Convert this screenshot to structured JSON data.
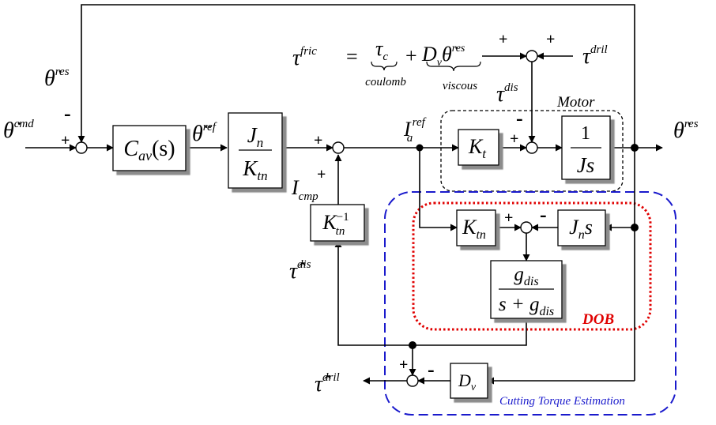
{
  "signals": {
    "theta_cmd": {
      "base": "θ̇",
      "sup": "cmd"
    },
    "theta_res_fb": {
      "base": "θ̇",
      "sup": "res"
    },
    "theta_ddot_ref": {
      "base": "θ̈",
      "sup": "ref"
    },
    "theta_res_out": {
      "base": "θ̇",
      "sup": "res"
    },
    "I_ref": {
      "base": "I",
      "sub": "a",
      "sup": "ref"
    },
    "I_cmp": {
      "base": "I",
      "sub": "cmp"
    },
    "tau_dis": {
      "base": "τ",
      "sup": "dis"
    },
    "tau_dis_hat": {
      "base": "τ̂",
      "sup": "dis"
    },
    "tau_dril_hat": {
      "base": "τ̂",
      "sup": "dril"
    },
    "tau_dril": {
      "base": "τ",
      "sup": "dril"
    }
  },
  "equation": {
    "lhs_base": "τ",
    "lhs_sup": "fric",
    "equals": "=",
    "coulomb_term": "τ",
    "coulomb_sub": "c",
    "coulomb_label": "coulomb",
    "plus": "+",
    "viscous_D": "D",
    "viscous_D_sub": "v",
    "viscous_theta": "θ̇",
    "viscous_theta_sup": "res",
    "viscous_label": "viscous"
  },
  "blocks": {
    "controller": {
      "base": "C",
      "sub": "av",
      "arg": "(s)"
    },
    "gain": {
      "num": "J",
      "num_sub": "n",
      "den": "K",
      "den_sub": "tn"
    },
    "kt": {
      "base": "K",
      "sub": "t"
    },
    "plant": {
      "num": "1",
      "den": "Js"
    },
    "kinv": {
      "base": "K",
      "sub": "tn",
      "sup": "−1"
    },
    "ktn": {
      "base": "K",
      "sub": "tn"
    },
    "jns": {
      "base": "J",
      "sub": "n",
      "tail": "s"
    },
    "filter": {
      "num": "g",
      "num_sub": "dis",
      "den": "s + g",
      "den_sub": "dis"
    },
    "dv": {
      "base": "D",
      "sub": "v"
    }
  },
  "signs": {
    "s1_plus": "+",
    "s1_minus": "-",
    "s2_plus_top": "+",
    "s2_plus_bottom": "+",
    "s3_plus": "+",
    "s3_minus": "-",
    "s4_plus_left": "+",
    "s4_plus_right": "+",
    "s5_plus": "+",
    "s5_minus": "-",
    "s6_plus": "+",
    "s6_minus": "-"
  },
  "labels": {
    "motor": "Motor",
    "dob": "DOB",
    "cutting": "Cutting Torque Estimation"
  },
  "colors": {
    "line": "#000000",
    "dob": "#e00000",
    "cutting": "#1a1acc",
    "block_fill": "#ffffff",
    "shadow": "#9a9a9a"
  }
}
